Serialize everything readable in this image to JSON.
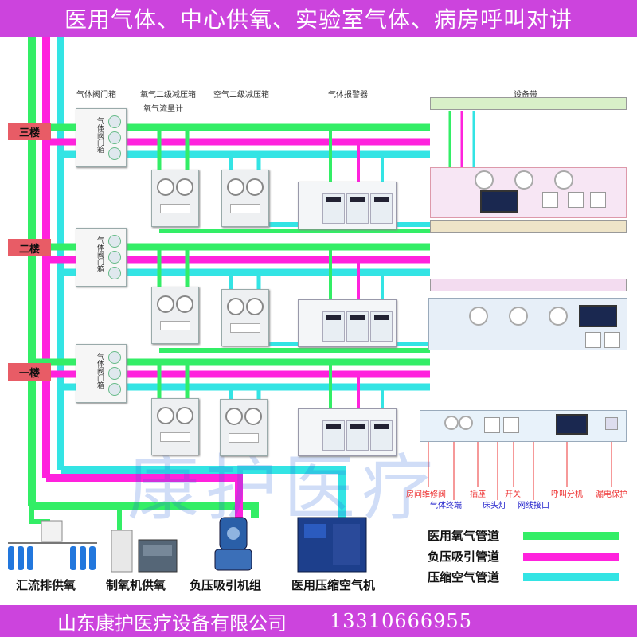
{
  "header": {
    "title": "医用气体、中心供氧、实验室气体、病房呼叫对讲"
  },
  "footer": {
    "company": "山东康护医疗设备有限公司",
    "phone": "13310666955"
  },
  "colors": {
    "oxygen": "#33ee66",
    "vacuum": "#ff22dd",
    "air": "#33e4e4",
    "banner": "#cc44dd",
    "floor": "#e85c66"
  },
  "column_labels": {
    "valve_box": "气体阀门箱",
    "oxygen_regulator": "氧气二级减压箱",
    "oxygen_flowmeter": "氧气流量计",
    "air_regulator": "空气二级减压箱",
    "alarm": "气体报警器",
    "equipment_belt": "设备带"
  },
  "floors": [
    "三楼",
    "二楼",
    "一楼"
  ],
  "valve_box_text": "气体阀门箱",
  "panel_labels": {
    "repair_valve": "房间维修阀",
    "gas_terminal": "气体终端",
    "socket": "插座",
    "bed_light": "床头灯",
    "switch": "开关",
    "network": "网线接口",
    "intercom": "呼叫分机",
    "leakage": "漏电保护"
  },
  "legend": [
    {
      "label": "医用氧气管道",
      "color": "#33ee66"
    },
    {
      "label": "负压吸引管道",
      "color": "#ff22dd"
    },
    {
      "label": "压缩空气管道",
      "color": "#33e4e4"
    }
  ],
  "sources": [
    "汇流排供氧",
    "制氧机供氧",
    "负压吸引机组",
    "医用压缩空气机"
  ],
  "watermark": "康护医疗"
}
